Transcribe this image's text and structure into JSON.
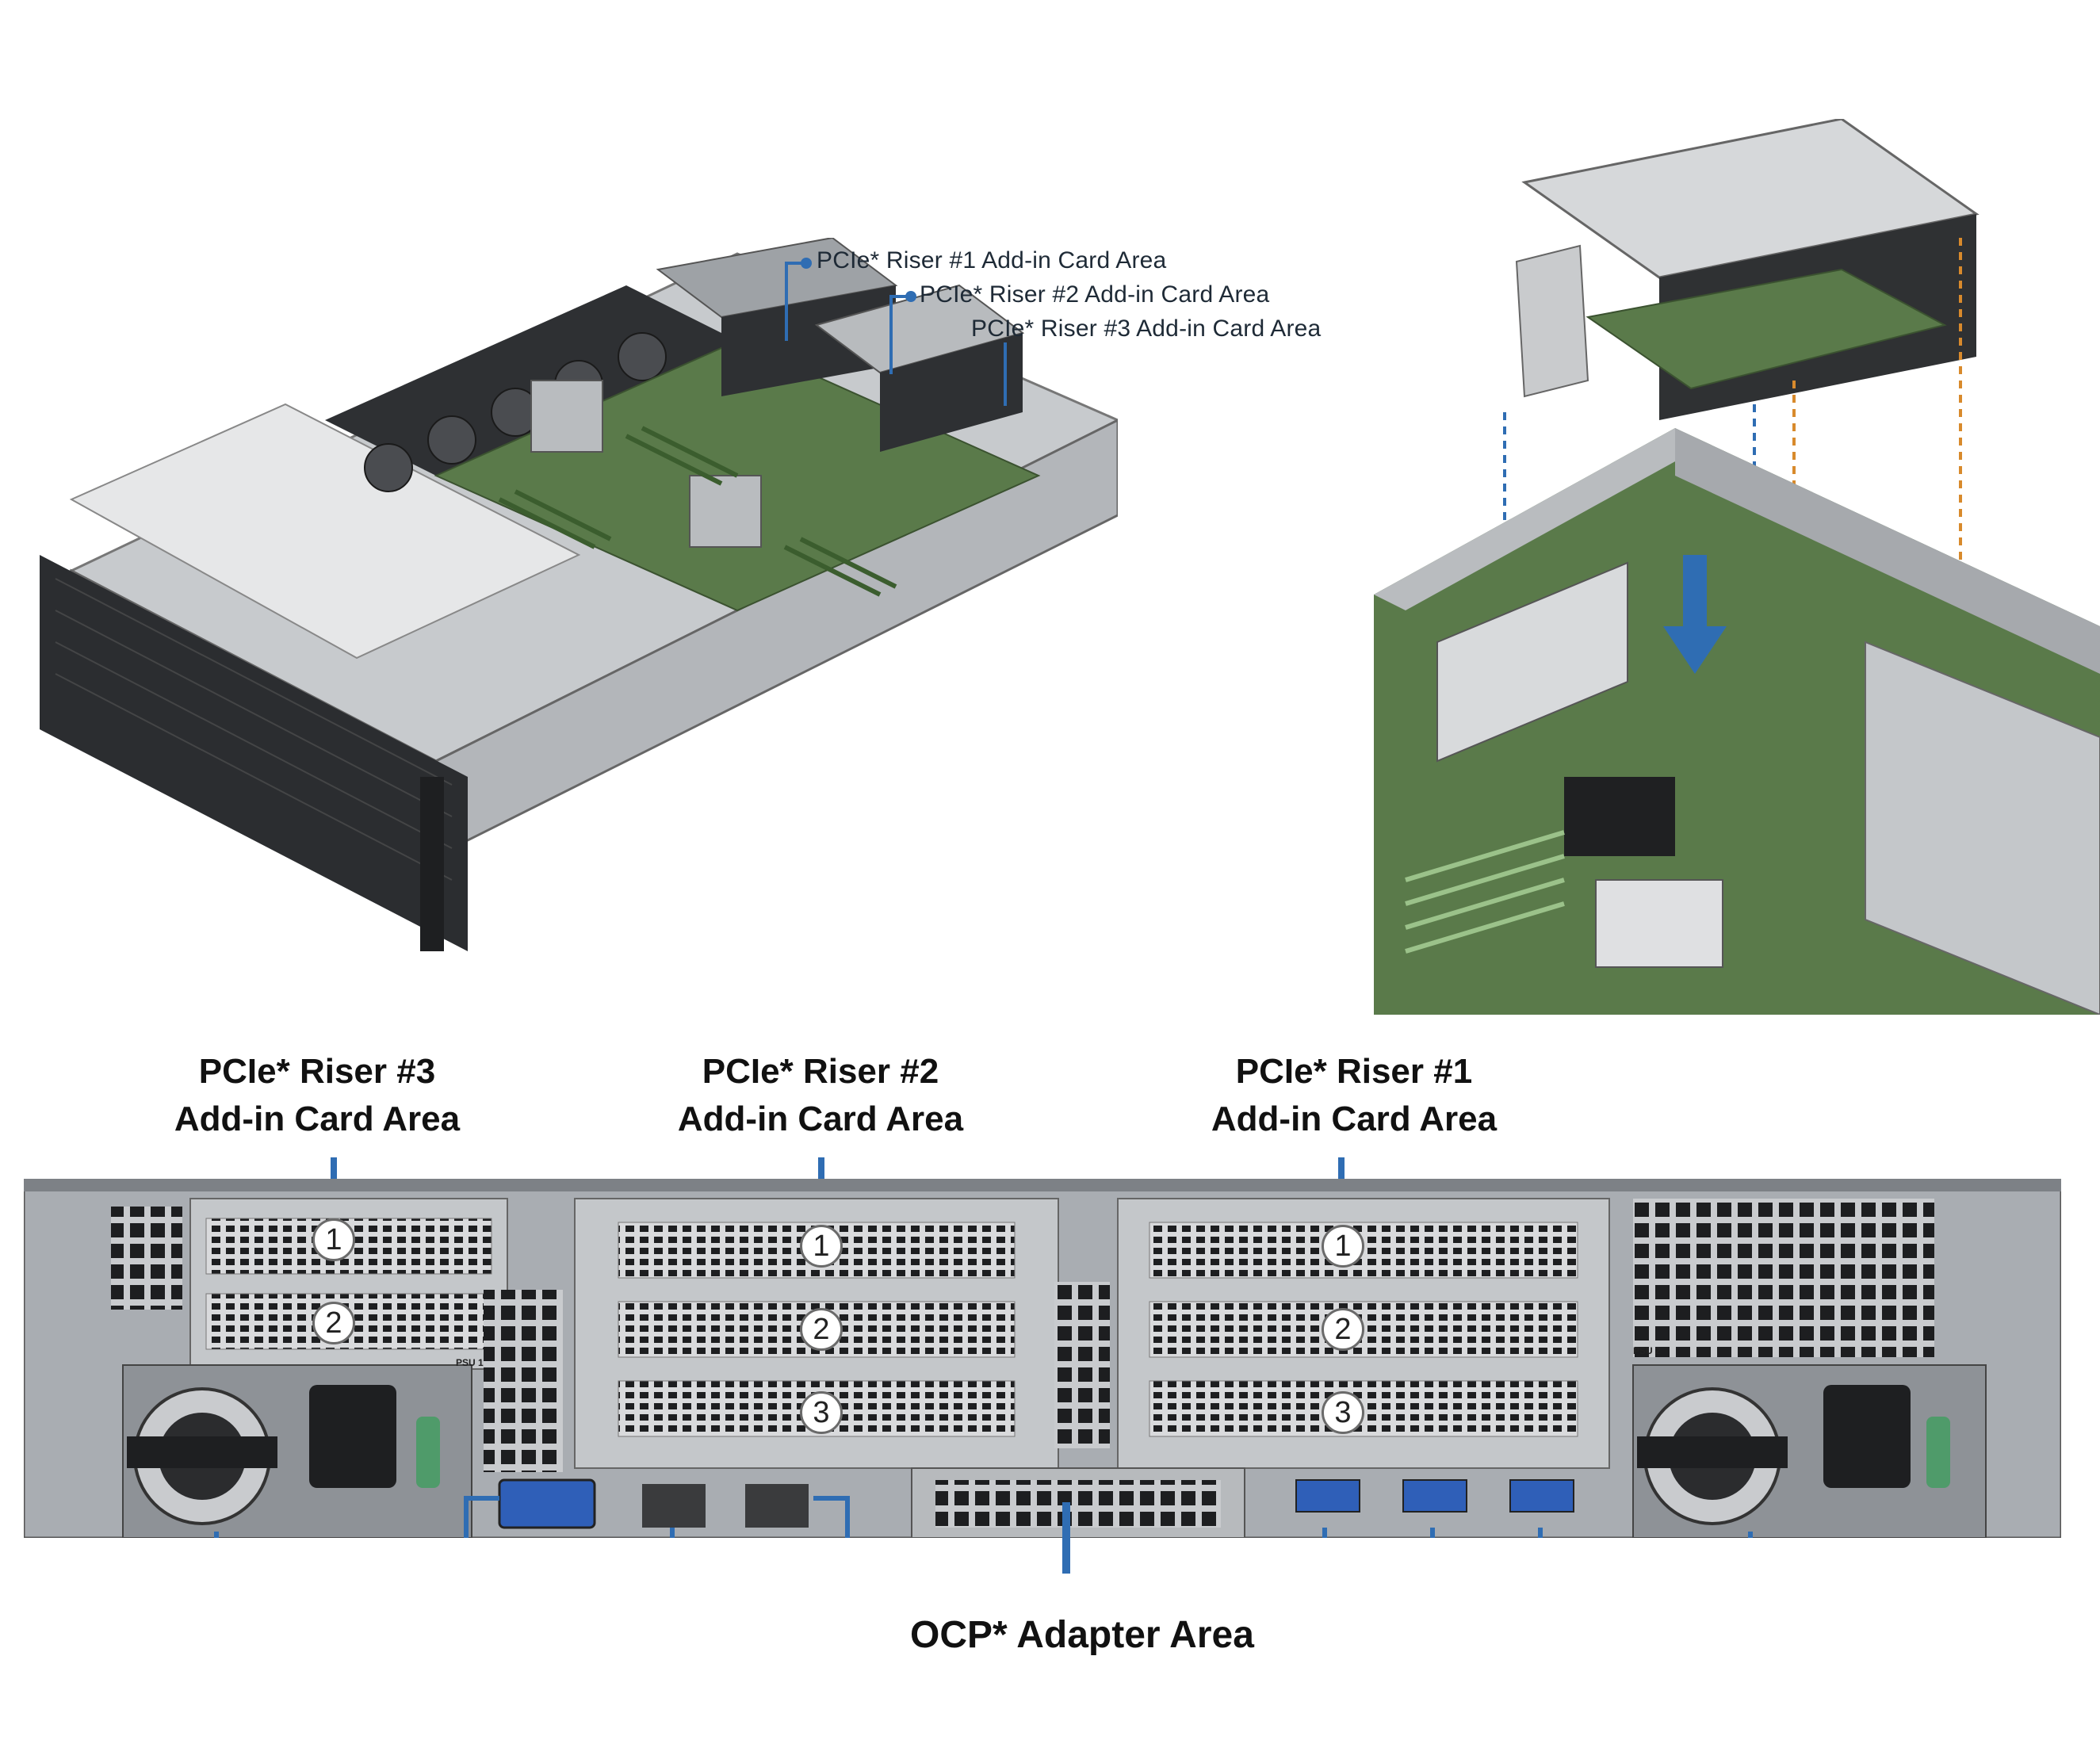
{
  "top_left_callouts": [
    {
      "label": "PCIe* Riser #1 Add-in Card Area"
    },
    {
      "label": "PCIe* Riser #2 Add-in Card Area"
    },
    {
      "label": "PCIe* Riser #3 Add-in Card Area"
    }
  ],
  "rear_panel": {
    "riser_labels": [
      {
        "line1": "PCIe* Riser #3",
        "line2": "Add-in Card Area",
        "slots": [
          "1",
          "2"
        ]
      },
      {
        "line1": "PCIe* Riser #2",
        "line2": "Add-in Card Area",
        "slots": [
          "1",
          "2",
          "3"
        ]
      },
      {
        "line1": "PCIe* Riser #1",
        "line2": "Add-in Card Area",
        "slots": [
          "1",
          "2",
          "3"
        ]
      }
    ],
    "psu_labels": [
      "PSU 1",
      "PSU 2"
    ],
    "ocp_label": "OCP* Adapter Area"
  },
  "colors": {
    "callout_blue": "#2f6db3",
    "alignment_orange": "#d88a2c",
    "chassis_gray": "#a9adb2",
    "board_green": "#5a7a4a"
  }
}
